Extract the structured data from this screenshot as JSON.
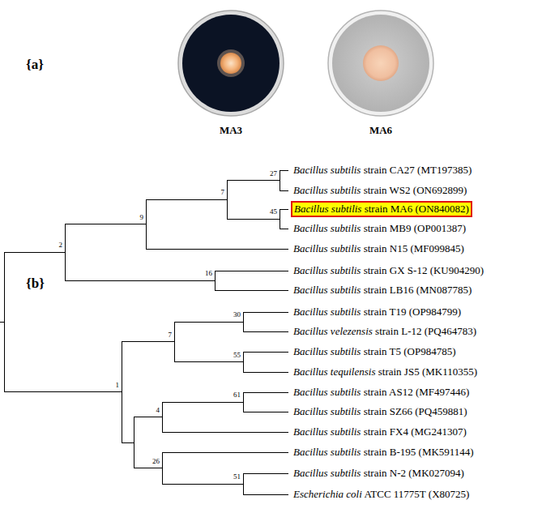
{
  "diagram": {
    "nodes": [
      {
        "text": [
          "Bacillus subtilis strain MA6 (ON840082)"
        ]
      }
    ],
    "labels": [
      "{a}",
      "MA3",
      "MA6",
      "{b}",
      "Bacillus subtilis strain CA27 (MT197385)",
      "Bacillus subtilis strain WS2 (ON692899)",
      "Bacillus subtilis strain MB9 (OP001387)",
      "Bacillus subtilis strain N15 (MF099845)",
      "Bacillus subtilis strain GX S-12 (KU904290)",
      "Bacillus subtilis strain LB16 (MN087785)",
      "Bacillus subtilis strain T19 (OP984799)",
      "Bacillus velezensis strain L-12 (PQ464783)",
      "Bacillus subtilis strain T5 (OP984785)",
      "Bacillus tequilensis strain JS5 (MK110355)",
      "Bacillus subtilis strain AS12 (MF497446)",
      "Bacillus subtilis strain SZ66 (PQ459881)",
      "Bacillus subtilis strain FX4 (MG241307)",
      "Bacillus subtilis strain B-195 (MK591144)",
      "Bacillus subtilis strain N-2 (MK027094)",
      "Escherichia coli ATCC 11775T (X80725)",
      "27",
      "7",
      "45",
      "9",
      "2",
      "16",
      "30",
      "7",
      "55",
      "61",
      "4",
      "1",
      "26",
      "51"
    ]
  }
}
